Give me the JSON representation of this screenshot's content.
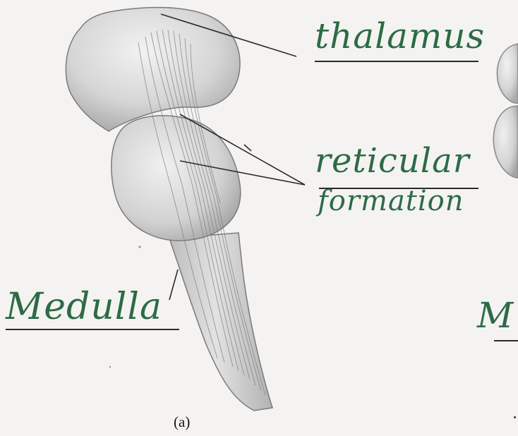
{
  "labels": {
    "thalamus": "thalamus",
    "reticular_line1": "reticular",
    "reticular_line2": "formation",
    "medulla": "Medulla",
    "right_partial": "M"
  },
  "caption": "(a)",
  "colors": {
    "background": "#f4f3f2",
    "ink_green": "#2d6b45",
    "leader_line": "#2b2b2b",
    "brain_fill": "#dcdcdc"
  }
}
